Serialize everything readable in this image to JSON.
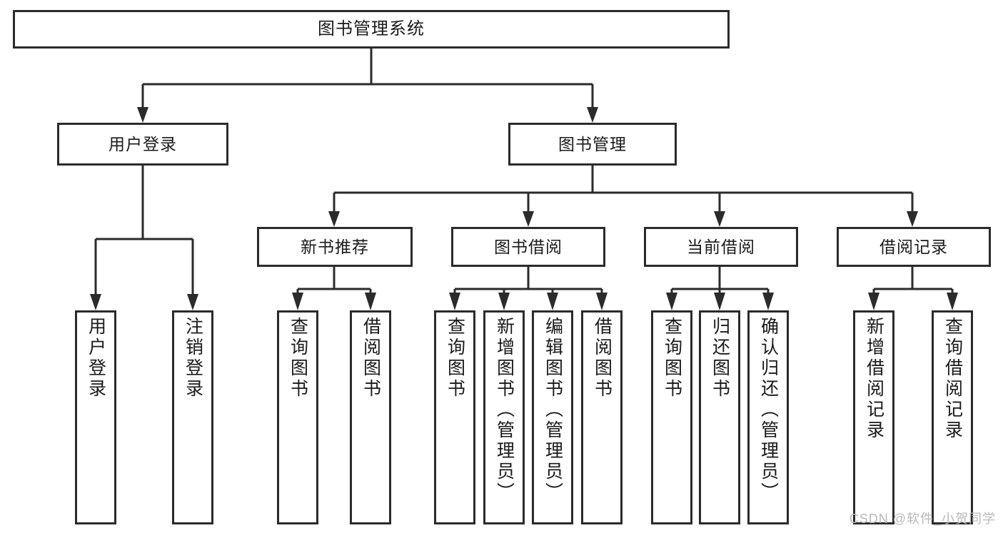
{
  "diagram": {
    "type": "tree-hierarchy-chart",
    "title": "图书管理系统",
    "orientation": "top-down",
    "colors": {
      "stroke": "#2b2b2b",
      "box_fill": "#ffffff",
      "text": "#1a1a1a",
      "background": "#ffffff",
      "watermark": "#b9b9b9"
    }
  },
  "root": {
    "label": "图书管理系统"
  },
  "level2": [
    {
      "label": "用户登录"
    },
    {
      "label": "图书管理"
    }
  ],
  "level3": [
    {
      "label": "新书推荐"
    },
    {
      "label": "图书借阅"
    },
    {
      "label": "当前借阅"
    },
    {
      "label": "借阅记录"
    }
  ],
  "leaves": {
    "user_login": [
      {
        "label": "用户登录"
      },
      {
        "label": "注销登录"
      }
    ],
    "new_book_recommend": [
      {
        "label": "查询图书"
      },
      {
        "label": "借阅图书"
      }
    ],
    "book_borrow": [
      {
        "label": "查询图书"
      },
      {
        "label": "新增图书（管理员）"
      },
      {
        "label": "编辑图书（管理员）"
      },
      {
        "label": "借阅图书"
      }
    ],
    "current_borrow": [
      {
        "label": "查询图书"
      },
      {
        "label": "归还图书"
      },
      {
        "label": "确认归还（管理员）"
      }
    ],
    "borrow_record": [
      {
        "label": "新增借阅记录"
      },
      {
        "label": "查询借阅记录"
      }
    ]
  },
  "watermark": {
    "text": "CSDN @软件_小贺同学"
  }
}
